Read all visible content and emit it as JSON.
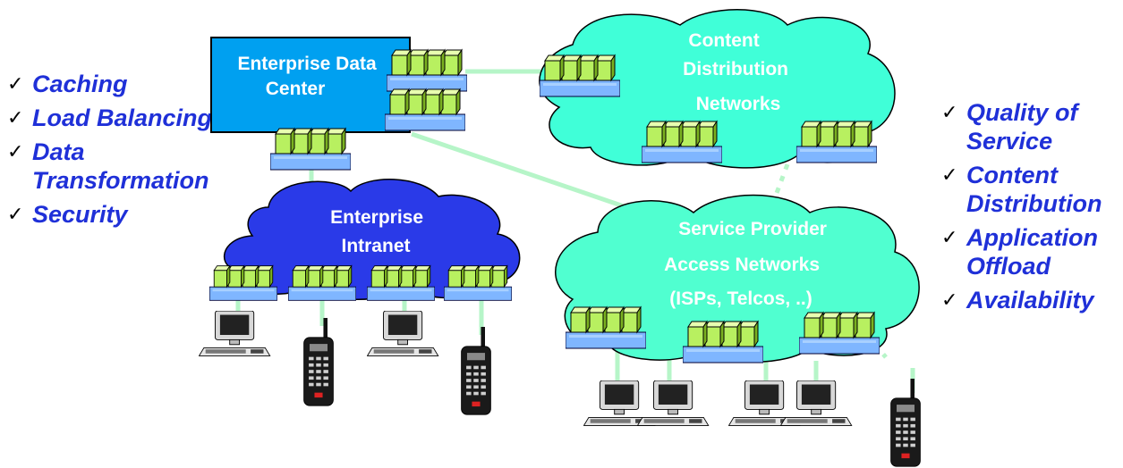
{
  "left_features": [
    "Caching",
    "Load Balancing",
    "Data Transformation",
    "Security"
  ],
  "right_features": [
    "Quality of Service",
    "Content Distribution",
    "Application Offload",
    "Availability"
  ],
  "nodes": {
    "data_center": [
      "Enterprise Data",
      "Center"
    ],
    "cdn": [
      "Content",
      "Distribution",
      "Networks"
    ],
    "intranet": [
      "Enterprise",
      "Intranet"
    ],
    "isp": [
      "Service Provider",
      "Access Networks",
      "(ISPs, Telcos, ..)"
    ]
  },
  "colors": {
    "data_center_fill": "#00a0f0",
    "cdn_fill": "#40ffd8",
    "intranet_fill": "#2a3ae8",
    "isp_fill": "#50ffd0",
    "link_color": "#b6f5c8",
    "switch_port": "#b8f060",
    "switch_base": "#7fb6ff",
    "feature_text": "#1f30d8"
  },
  "icons": [
    "check-icon",
    "network-switch-icon",
    "desktop-computer-icon",
    "cordless-phone-icon"
  ]
}
